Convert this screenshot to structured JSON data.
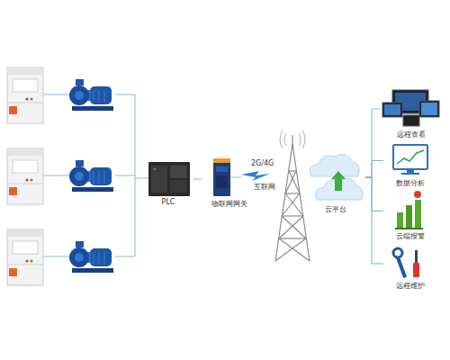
{
  "diagram": {
    "nodes": [
      {
        "text": [
          "PLC"
        ]
      },
      {
        "text": [
          "物联网网关"
        ]
      },
      {
        "text": [
          "云平台"
        ]
      },
      {
        "text": [
          "远程查看"
        ]
      },
      {
        "text": [
          "数据分析"
        ]
      },
      {
        "text": [
          "云端报警"
        ]
      },
      {
        "text": [
          "远程维护"
        ]
      }
    ],
    "edges": [
      {
        "from": 0,
        "to": 1,
        "arrow": "none"
      },
      {
        "from": 2,
        "to": 3,
        "arrow": "none"
      },
      {
        "from": 2,
        "to": 4,
        "arrow": "none"
      },
      {
        "from": 2,
        "to": 5,
        "arrow": "none"
      },
      {
        "from": 2,
        "to": 6,
        "arrow": "none"
      }
    ],
    "labels": [
      "2G/4G",
      "互联网"
    ]
  }
}
